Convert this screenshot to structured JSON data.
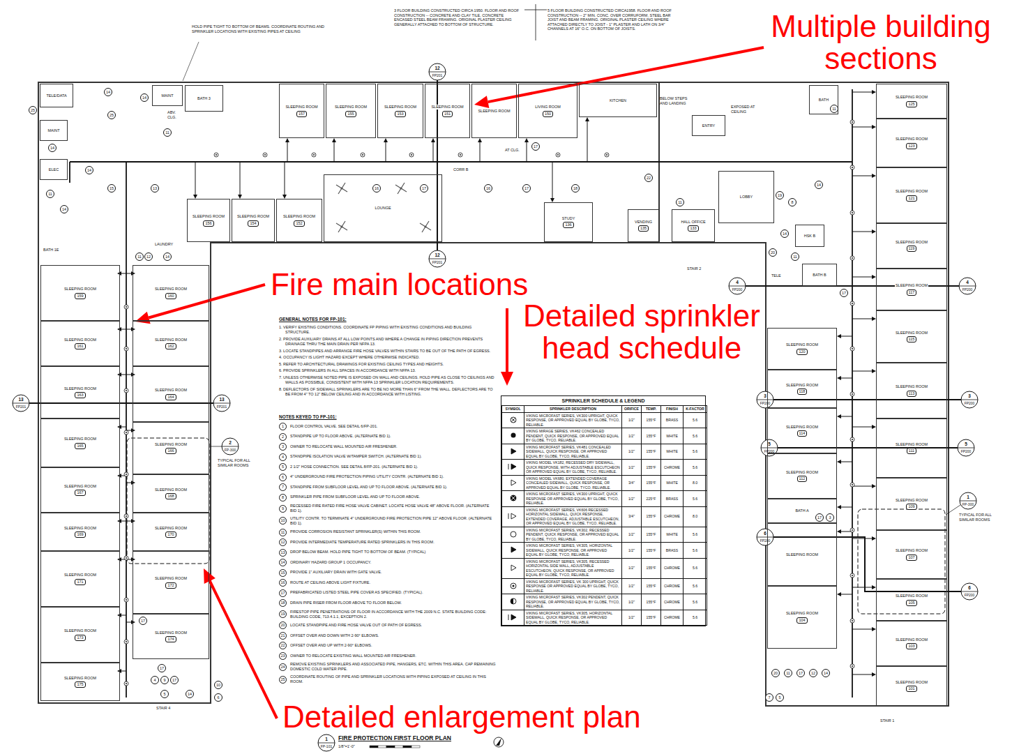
{
  "diagram": {
    "title": "FIRE PROTECTION FIRST FLOOR PLAN",
    "nodes": [
      {
        "text": [
          "SPRINKLER SCHEDULE & LEGEND"
        ]
      },
      {
        "text": [
          "TELE/DATA"
        ]
      },
      {
        "text": [
          "MAINT"
        ]
      },
      {
        "text": [
          "ELEC"
        ]
      },
      {
        "text": [
          "MAINT"
        ]
      },
      {
        "text": [
          "BATH 3"
        ]
      },
      {
        "text": [
          "SLEEPING ROOM",
          "157"
        ]
      },
      {
        "text": [
          "SLEEPING ROOM",
          "155"
        ]
      },
      {
        "text": [
          "SLEEPING ROOM",
          "153"
        ]
      },
      {
        "text": [
          "SLEEPING ROOM",
          "151"
        ]
      },
      {
        "text": [
          "SLEEPING ROOM"
        ]
      },
      {
        "text": [
          "LIVING ROOM",
          "150"
        ]
      },
      {
        "text": [
          "KITCHEN"
        ]
      },
      {
        "text": [
          "SLEEPING ROOM",
          "156"
        ]
      },
      {
        "text": [
          "SLEEPING ROOM",
          "154"
        ]
      },
      {
        "text": [
          "SLEEPING ROOM",
          "152"
        ]
      },
      {
        "text": [
          "LOUNGE"
        ]
      },
      {
        "text": [
          "STUDY",
          "136"
        ]
      },
      {
        "text": [
          "VENDING",
          "135"
        ]
      },
      {
        "text": [
          "ENTRY"
        ]
      },
      {
        "text": [
          "HALL OFFICE",
          "133"
        ]
      },
      {
        "text": [
          "LOBBY"
        ]
      },
      {
        "text": [
          "HSK B"
        ]
      },
      {
        "text": [
          "BATH B"
        ]
      },
      {
        "text": [
          "BATH"
        ]
      },
      {
        "text": [
          "SLEEPING ROOM",
          "125"
        ]
      },
      {
        "text": [
          "SLEEPING ROOM",
          "123"
        ]
      },
      {
        "text": [
          "SLEEPING ROOM",
          "121"
        ]
      },
      {
        "text": [
          "SLEEPING ROOM",
          "119"
        ]
      },
      {
        "text": [
          "SLEEPING ROOM",
          "117"
        ]
      },
      {
        "text": [
          "SLEEPING ROOM",
          "115"
        ]
      },
      {
        "text": [
          "SLEEPING ROOM",
          "113"
        ]
      },
      {
        "text": [
          "SLEEPING ROOM",
          "111"
        ]
      },
      {
        "text": [
          "SLEEPING ROOM",
          "109"
        ]
      },
      {
        "text": [
          "SLEEPING ROOM",
          "107"
        ]
      },
      {
        "text": [
          "SLEEPING ROOM",
          "105"
        ]
      },
      {
        "text": [
          "SLEEPING ROOM",
          "103"
        ]
      },
      {
        "text": [
          "SLEEPING ROOM",
          "101"
        ]
      },
      {
        "text": [
          "SLEEPING ROOM",
          "120"
        ]
      },
      {
        "text": [
          "SLEEPING ROOM",
          "118"
        ]
      },
      {
        "text": [
          "SLEEPING ROOM",
          "114"
        ]
      },
      {
        "text": [
          "SLEEPING ROOM",
          "112"
        ]
      },
      {
        "text": [
          "BATH A"
        ]
      },
      {
        "text": [
          "SLEEPING ROOM"
        ]
      },
      {
        "text": [
          "SLEEPING ROOM",
          "104"
        ]
      },
      {
        "text": [
          "SLEEPING ROOM",
          "159"
        ]
      },
      {
        "text": [
          "SLEEPING ROOM",
          "161"
        ]
      },
      {
        "text": [
          "SLEEPING ROOM",
          "163"
        ]
      },
      {
        "text": [
          "SLEEPING ROOM",
          "165"
        ]
      },
      {
        "text": [
          "SLEEPING ROOM",
          "167"
        ]
      },
      {
        "text": [
          "SLEEPING ROOM",
          "169"
        ]
      },
      {
        "text": [
          "SLEEPING ROOM",
          "171"
        ]
      },
      {
        "text": [
          "SLEEPING ROOM",
          "173"
        ]
      },
      {
        "text": [
          "SLEEPING ROOM",
          "175"
        ]
      },
      {
        "text": [
          "SLEEPING ROOM",
          "160"
        ]
      },
      {
        "text": [
          "SLEEPING ROOM",
          "162"
        ]
      },
      {
        "text": [
          "SLEEPING ROOM",
          "164"
        ]
      },
      {
        "text": [
          "SLEEPING ROOM",
          "166"
        ]
      },
      {
        "text": [
          "SLEEPING ROOM",
          "168"
        ]
      },
      {
        "text": [
          "SLEEPING ROOM",
          "170"
        ]
      },
      {
        "text": [
          "SLEEPING ROOM",
          "172"
        ]
      },
      {
        "text": [
          "SLEEPING ROOM",
          "174"
        ]
      }
    ],
    "labels": [
      "3 FLOOR BUILDING CONSTRUCTED CIRCA 1950. FLOOR AND ROOF CONSTRUCTION -- CONCRETE AND CLAY TILE, CONCRETE ENCASED STEEL BEAM FRAMING. ORIGINAL PLASTER CEILING GENERALLY ATTACHED TO BOTTOM OF STRUCTURE.",
      "5 FLOOR BUILDING CONSTRUCTED CIRCA1958. FLOOR AND ROOF CONSTRUCTION -- 2\" MIN. CONC. OVER CORRUFORM, STEEL BAR JOIST AND BEAM FRAMING. ORIGINAL PLASTER CEILING WHERE ATTACHED DIRECTLY TO JOIST - 1\" PLASTER AND LATH ON 3/4\" CHANNELS AT 16\" O.C. ON BOTTOM OF JOISTS.",
      "HOLD PIPE TIGHT TO BOTTOM OF BEAMS. COORDINATE ROUTING AND SPRINKLER LOCATIONS WITH EXISTING PIPES AT CEILING",
      "BELOW STEPS AND LANDING",
      "EXPOSED AT CEILING",
      "AT CLG.",
      "ABV. CLG.",
      "TYPICAL FOR ALL SIMILAR ROOMS",
      "TYPICAL FOR ALL SIMILAR ROOMS",
      "GENERAL NOTES FOR FP-101:",
      "1. VERIFY EXISTING CONDITIONS. COORDINATE FP PIPING WITH EXISTING CONDITIONS AND BUILDING STRUCTURE.",
      "2. PROVIDE AUXILIARY DRAINS AT ALL LOW POINTS AND WHERE A CHANGE IN PIPING DIRECTION PREVENTS DRAINAGE THRU THE MAIN DRAIN PER NFPA 13.",
      "3. LOCATE STANDPIPES AND ARRANGE FIRE HOSE VALVES WITHIN STAIRS TO BE OUT OF THE PATH OF EGRESS.",
      "4. OCCUPANCY IS LIGHT HAZARD EXCEPT WHERE OTHERWISE INDICATED.",
      "5. REFER TO ARCHITECTURAL DRAWINGS FOR EXISTING CEILING TYPES AND HEIGHTS.",
      "6. PROVIDE SPRINKLERS IN ALL SPACES IN ACCORDANCE WITH NFPA 13.",
      "7. UNLESS OTHERWISE NOTED PIPE IS EXPOSED ON WALL AND CEILINGS. HOLD PIPE AS CLOSE TO CEILINGS AND WALLS AS POSSIBLE, CONSISTENT WITH NFPA 13 SPRINKLER LOCATION REQUIREMENTS.",
      "8. DEFLECTORS OF SIDEWALL SPRINKLERS ARE TO BE NO MORE THAN 6\" FROM THE WALL. DEFLECTORS ARE TO BE FROM 4\" TO 12\" BELOW CEILING AND IN ACCORDANCE WITH LISTING.",
      "NOTES KEYED TO FP-101:",
      "1",
      "FLOOR CONTROL VALVE. SEE DETAIL 6/FP-201.",
      "2",
      "STANDPIPE UP TO FLOOR ABOVE. (ALTERNATE BID 1).",
      "3",
      "OWNER TO RELOCATE WALL MOUNTED AIR FRESHENER.",
      "4",
      "STANDPIPE ISOLATION VALVE W/TAMPER SWITCH. (ALTERNATE BID 1).",
      "5",
      "2 1/2\" HOSE CONNECTION. SEE DETAIL 8/FP-201. (ALTERNATE BID 1).",
      "6",
      "4\" UNDERGROUND FIRE PROTECTION PIPING UTILITY CONTR. (ALTERNATE BID 1).",
      "7",
      "STANDPIPE FROM SUBFLOOR LEVEL AND UP TO FLOOR ABOVE. (ALTERNATE BID 1).",
      "8",
      "SPRINKLER PIPE FROM SUBFLOOR LEVEL AND UP TO FLOOR ABOVE.",
      "9",
      "RECESSED FIRE RATED FIRE HOSE VALVE CABINET. LOCATE HOSE VALVE 48\" ABOVE FLOOR. (ALTERNATE BID 1).",
      "10",
      "UTILITY CONTR. TO TERMINATE 4\" UNDERGROUND FIRE PROTECTION PIPE 12\" ABOVE FLOOR. (ALTERNATE BID 1).",
      "11",
      "PROVIDE CORROSION RESISTANT SPRINKLER(S) WITHIN THIS ROOM.",
      "12",
      "PROVIDE INTERMEDIATE TEMPERATURE RATED SPRINKLERS IN THIS ROOM.",
      "13",
      "DROP BELOW BEAM. HOLD PIPE TIGHT TO BOTTOM OF BEAM. (TYPICAL)",
      "14",
      "ORDINARY HAZARD GROUP 1 OCCUPANCY.",
      "15",
      "PROVIDE 1\" AUXILIARY DRAIN WITH GATE VALVE.",
      "16",
      "ROUTE AT CEILING ABOVE LIGHT FIXTURE.",
      "17",
      "PREFABRICATED LISTED STEEL PIPE COVER AS SPECIFIED. (TYPICAL).",
      "18",
      "DRAIN PIPE RISER FROM FLOOR ABOVE TO FLOOR BELOW.",
      "19",
      "FIRESTOP PIPE PENETRATIONS OF FLOOR IN ACCORDANCE WITH THE 2009 N.C. STATE BUILDING CODE: BUILDING CODE, 713.4.1.1, EXCEPTION 2.",
      "20",
      "LOCATE STANDPIPE AND FIRE HOSE VALVE OUT OF PATH OF EGRESS.",
      "21",
      "OFFSET OVER AND DOWN WITH 2-90° ELBOWS.",
      "22",
      "OFFSET OVER AND UP WITH 2-90° ELBOWS.",
      "23",
      "OWNER TO RELOCATE EXISTING WALL MOUNTED AIR FRESHENER.",
      "24",
      "REMOVE EXISTING SPRINKLERS AND ASSOCIATED PIPE, HANGERS, ETC. WITHIN THIS AREA. CAP REMAINING DOMESTIC COLD WATER PIPE.",
      "25",
      "COORDINATE ROUTING OF PIPE AND SPRINKLER LOCATIONS WITH PIPING EXPOSED AT CEILING IN THIS ROOM.",
      "SYMBOL",
      "SPRINKLER DESCRIPTION",
      "ORIFICE",
      "TEMP.",
      "FINISH",
      "K-FACTOR",
      "VIKING MICROFAST SERIES, VK300 UPRIGHT, QUICK RESPONSE, OR APPROVED EQUAL BY GLOBE, TYCO, RELIABLE.",
      "1/2\"",
      "155°F",
      "BRASS",
      "5.6",
      "VIKING MIRAGE SERIES, VK462 CONCEALED PENDENT, QUICK RESPONSE, OR APPROVED EQUAL BY GLOBE, TYCO, RELIABLE.",
      "1/2\"",
      "155°F",
      "WHITE",
      "5.6",
      "VIKING MICROFAST SERIES, VK481 CONCEALED SIDEWALL, QUICK RESPONSE, OR APPROVED EQUAL BY GLOBE, TYCO, RELIABLE.",
      "1/2\"",
      "155°F",
      "WHITE",
      "5.6",
      "VIKING MODEL VK182, RECESSED DRY SIDEWALL, QUICK RESPONSE, WITH ADJUSTABLE ESCUTCHEON OR APPROVED EQUAL BY GLOBE, TYCO, RELIABLE.",
      "1/2\"",
      "155°F",
      "CHROME",
      "5.6",
      "VIKING MODEL VK680, EXTENDED COVERAGE CONCEALED SIDEWALL, QUICK RESPONSE, OR APPROVED EQUAL BY GLOBE, TYCO, RELIABLE.",
      "3/4\"",
      "155°F",
      "WHITE",
      "8.0",
      "VIKING MICROFAST SERIES, VK300 UPRIGHT, QUICK RESPONSE OR APPROVED EQUAL BY GLOBE, TYCO, RELIABLE.",
      "1/2\"",
      "225°F",
      "BRASS",
      "5.6",
      "VIKING MICROFAST SERIES, VK606 RECESSED HORIZONTAL SIDEWALL, QUICK RESPONSE, EXTENDED COVERAGE, ADJUSTABLE ESCUTCHEON, OR APPROVED EQUAL BY GLOBE, TYCO, RELIABLE.",
      "3/4\"",
      "155°F",
      "CHROME",
      "8.0",
      "VIKING MICROFAST SERIES, VK302, RECESSED PENDENT, QUICK RESPONSE, OR APPROVED EQUAL BY GLOBE, TYCO, RELIABLE.",
      "1/2\"",
      "155°F",
      "WHITE",
      "5.6",
      "VIKING MICROFAST SERIES, VK305, HORIZONTAL SIDEWALL, QUICK RESPONSE, OR APPROVED EQUAL BY GLOBE, TYCO, RELIABLE.",
      "1/2\"",
      "155°F",
      "BRASS",
      "5.6",
      "VIKING MICROFAST SERIES, VK305, RECESSED HORIZONTAL SIDE WALL, ADJUSTABLE ESCUTCHEON, QUICK RESPONSE, OR APPROVED EQUAL BY GLOBE, TYCO, RELIABLE.",
      "1/2\"",
      "155°F",
      "CHROME",
      "5.6",
      "VIKING MICROFAST SERIES, VK 300 UPRIGHT, QUICK RESPONSE OR APPROVED EQUAL BY GLOBE, TYCO, RELIABLE.",
      "1/2\"",
      "155°F",
      "CHROME",
      "5.6",
      "VIKING MICROFAST SERIES, VK302 PENDENT, QUICK RESPONSE, OR APPROVED EQUAL BY GLOBE, TYCO, RELIABLE.",
      "1/2\"",
      "155°F",
      "CHROME",
      "5.6",
      "VIKING MICROFAST SERIES, VK305, HORIZONTAL SIDEWALL, QUICK RESPONSE, OR APPROVED EQUAL BY GLOBE, TYCO, RELIABLE.",
      "1/2\"",
      "155°F",
      "CHROME",
      "5.6",
      "Multiple building sections",
      "Fire main locations",
      "Detailed sprinkler head schedule",
      "Detailed enlargement plan",
      "12",
      "FP201",
      "12",
      "FP201",
      "13",
      "FP201",
      "13",
      "FP201",
      "4",
      "FP200",
      "4",
      "FP200",
      "3",
      "FP200",
      "3",
      "FP200",
      "5",
      "FP200",
      "5",
      "FP200",
      "6",
      "FP200",
      "6",
      "FP200",
      "2",
      "FP-300",
      "1",
      "FP-300",
      "1",
      "FP-101",
      "1/8\"=1'-0\"",
      "BATH 1E",
      "LAUNDRY",
      "STAIR 2",
      "STAIR 1",
      "STAIR 4",
      "CORR B",
      "TELE",
      "14",
      "25",
      "25",
      "14",
      "11",
      "14",
      "14",
      "11",
      "14",
      "15",
      "13",
      "11",
      "12",
      "14",
      "17",
      "16",
      "17",
      "16",
      "17",
      "18",
      "22",
      "19",
      "8",
      "14",
      "14",
      "11",
      "11",
      "20",
      "17",
      "17",
      "3",
      "20",
      "11",
      "17",
      "12",
      "14",
      "7",
      "5",
      "17",
      "17",
      "4",
      "9",
      "17",
      "14",
      "10",
      "6",
      "5",
      "11"
    ]
  }
}
